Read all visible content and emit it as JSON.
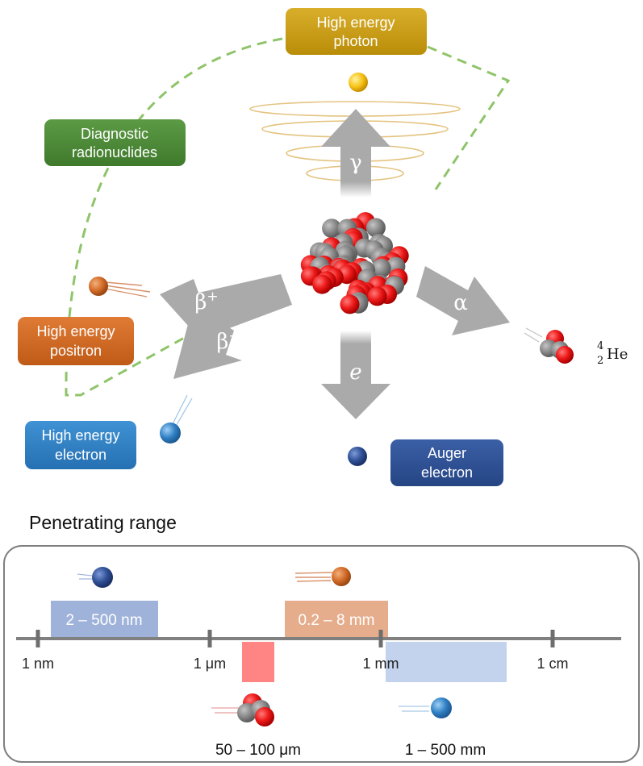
{
  "emissions": {
    "gamma": {
      "symbol": "γ",
      "label_line1": "High energy",
      "label_line2": "photon",
      "color": "#c9a21c"
    },
    "alpha": {
      "symbol": "α",
      "product_mass": "4",
      "product_atomic": "2",
      "product_element": "He"
    },
    "auger": {
      "symbol": "e",
      "label_line1": "Auger",
      "label_line2": "electron",
      "color": "#2e4f94"
    },
    "beta_plus": {
      "symbol": "β",
      "charge": "+",
      "label_line1": "High energy",
      "label_line2": "positron",
      "color": "#d16a28"
    },
    "beta_minus": {
      "symbol": "β",
      "charge": "−",
      "label_line1": "High energy",
      "label_line2": "electron",
      "color": "#2f7fc4"
    }
  },
  "diagnostic": {
    "label_line1": "Diagnostic",
    "label_line2": "radionuclides",
    "color": "#4f8a3b"
  },
  "range_section": {
    "title": "Penetrating range",
    "ticks": [
      "1 nm",
      "1 μm",
      "1 mm",
      "1 cm"
    ],
    "ranges": {
      "auger": "2 – 500 nm",
      "positron": "0.2 – 8 mm",
      "alpha": "50 – 100 μm",
      "electron": "1 – 500 mm"
    }
  }
}
